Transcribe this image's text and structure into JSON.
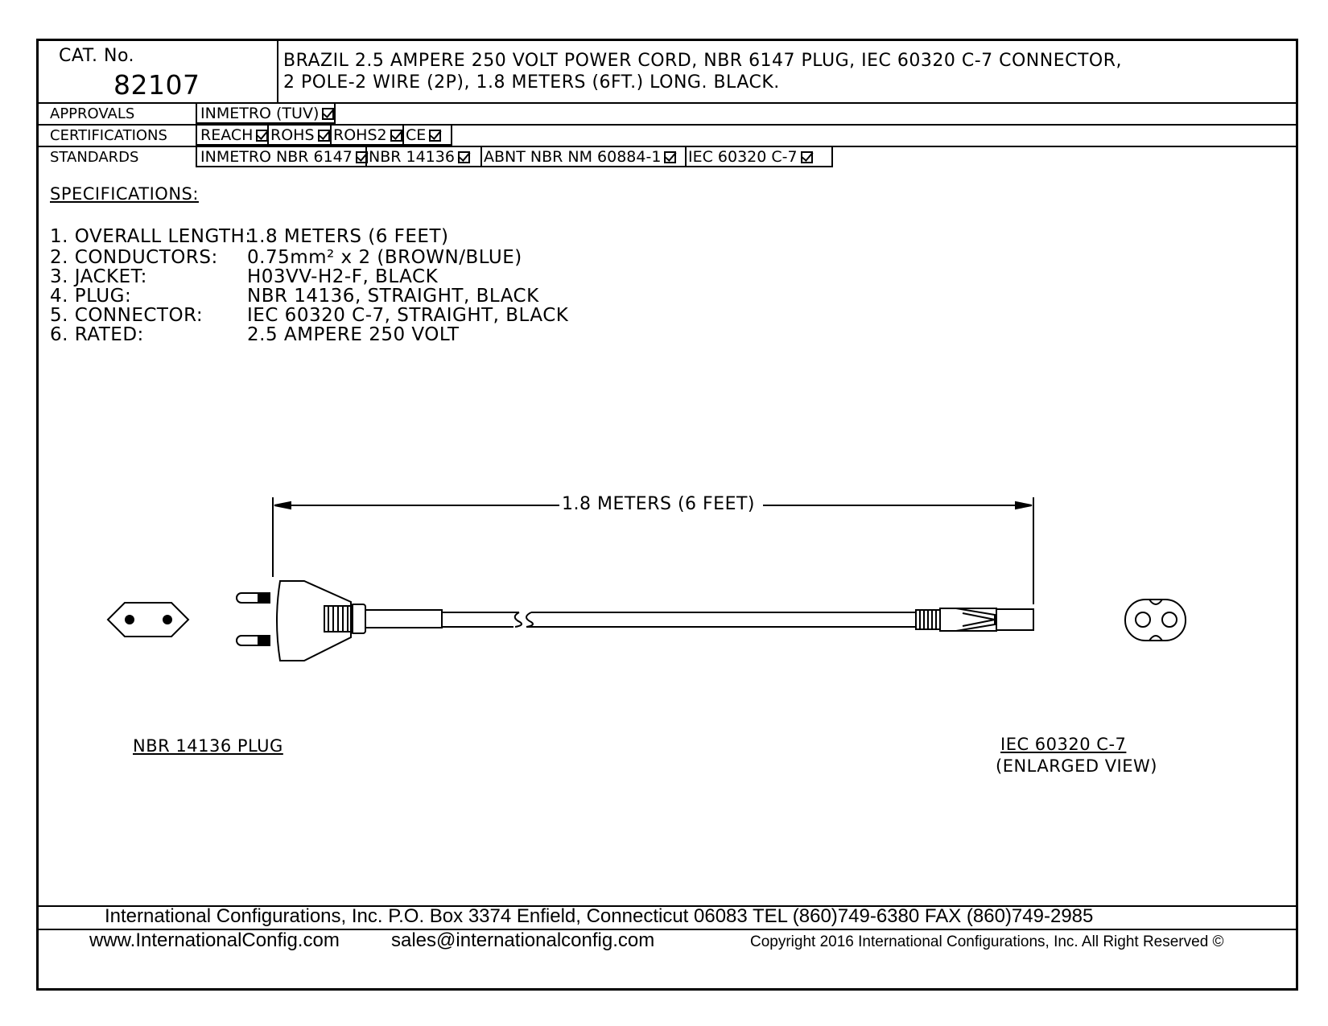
{
  "title_block": {
    "cat_label": "CAT. No.",
    "cat_number": "82107",
    "description_line1": "BRAZIL 2.5 AMPERE 250 VOLT POWER CORD, NBR 6147 PLUG, IEC 60320 C-7 CONNECTOR,",
    "description_line2": "2 POLE-2 WIRE (2P), 1.8 METERS (6FT.) LONG. BLACK."
  },
  "compliance_table": {
    "approvals": {
      "label": "APPROVALS",
      "items": [
        "INMETRO (TUV)"
      ]
    },
    "certifications": {
      "label": "CERTIFICATIONS",
      "items": [
        "REACH",
        "ROHS",
        "ROHS2",
        "CE"
      ]
    },
    "standards": {
      "label": "STANDARDS",
      "items": [
        "INMETRO NBR 6147",
        "NBR 14136",
        "ABNT NBR NM 60884-1",
        "IEC 60320 C-7"
      ]
    }
  },
  "specifications": {
    "heading": "SPECIFICATIONS:",
    "items": [
      {
        "label": "1. OVERALL LENGTH:",
        "value": "1.8 METERS (6 FEET)"
      },
      {
        "label": "2. CONDUCTORS:",
        "value": "0.75mm² x 2 (BROWN/BLUE)"
      },
      {
        "label": "3. JACKET:",
        "value": "H03VV-H2-F, BLACK"
      },
      {
        "label": "4. PLUG:",
        "value": "NBR 14136, STRAIGHT, BLACK"
      },
      {
        "label": "5. CONNECTOR:",
        "value": "IEC 60320 C-7, STRAIGHT, BLACK"
      },
      {
        "label": "6. RATED:",
        "value": "2.5 AMPERE 250 VOLT"
      }
    ]
  },
  "drawing": {
    "dimension_label": "1.8 METERS (6 FEET)",
    "plug_caption": "NBR 14136 PLUG",
    "connector_caption": "IEC 60320 C-7",
    "connector_subcaption": "(ENLARGED VIEW)"
  },
  "footer": {
    "company_line": "International Configurations, Inc.   P.O. Box 3374   Enfield, Connecticut 06083   TEL (860)749-6380   FAX (860)749-2985",
    "website": "www.InternationalConfig.com",
    "email": "sales@internationalconfig.com",
    "copyright": "Copyright 2016 International Configurations, Inc. All Right Reserved ©"
  }
}
